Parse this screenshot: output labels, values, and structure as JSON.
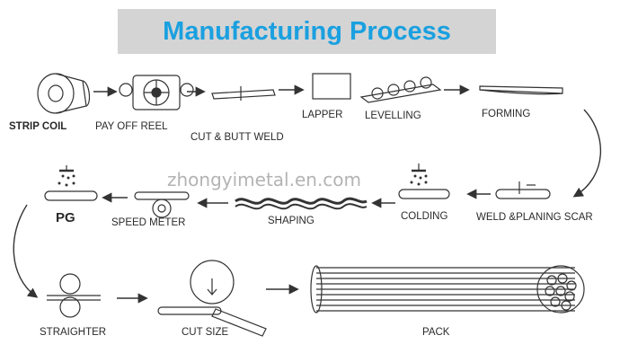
{
  "title": "Manufacturing Process",
  "watermark": "zhongyimetal.en.com",
  "steps": {
    "strip_coil": "STRIP COIL",
    "pay_off_reel": "PAY OFF REEL",
    "cut_butt_weld": "CUT & BUTT WELD",
    "lapper": "LAPPER",
    "levelling": "LEVELLING",
    "forming": "FORMING",
    "weld_planing_scar": "WELD &PLANING SCAR",
    "colding": "COLDING",
    "shaping": "SHAPING",
    "speed_meter": "SPEED METER",
    "pg": "PG",
    "straighter": "STRAIGHTER",
    "cut_size": "CUT SIZE",
    "pack": "PACK"
  },
  "colors": {
    "title": "#1aa0e0",
    "banner": "#d4d4d4",
    "line": "#333333"
  },
  "icons": [
    "arrow-right-icon",
    "arrow-left-icon",
    "curved-arrow-icon",
    "water-spray-icon"
  ]
}
